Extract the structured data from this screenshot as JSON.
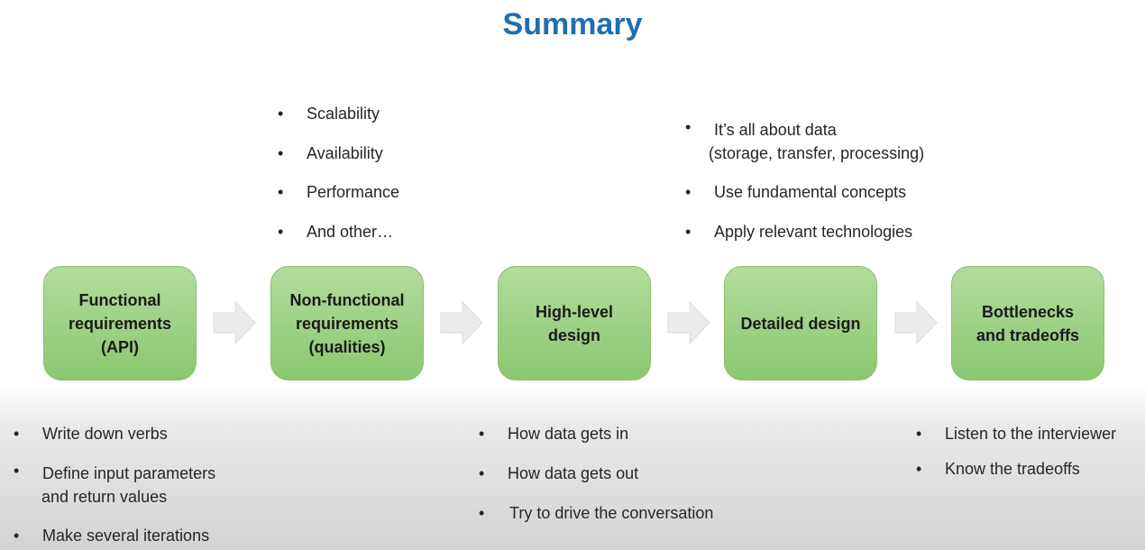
{
  "title": "Summary",
  "steps": [
    {
      "label_lines": [
        "Functional",
        "requirements",
        "(API)"
      ]
    },
    {
      "label_lines": [
        "Non-functional",
        "requirements",
        "(qualities)"
      ]
    },
    {
      "label_lines": [
        "High-level",
        "design"
      ]
    },
    {
      "label_lines": [
        "Detailed design"
      ]
    },
    {
      "label_lines": [
        "Bottlenecks",
        "and tradeoffs"
      ]
    }
  ],
  "above": {
    "nonfunctional": [
      "Scalability",
      "Availability",
      "Performance",
      "And other…"
    ],
    "detailed": [
      [
        "It’s all about data",
        "(storage, transfer, processing)"
      ],
      [
        "Use fundamental concepts"
      ],
      [
        "Apply relevant technologies"
      ]
    ]
  },
  "below": {
    "functional": [
      [
        "Write down verbs"
      ],
      [
        "Define input parameters",
        "and return values"
      ],
      [
        "Make several iterations"
      ]
    ],
    "highlevel": [
      "How data gets in",
      "How data gets out",
      "Try to drive the conversation"
    ],
    "bottlenecks": [
      "Listen to the interviewer",
      "Know the tradeoffs"
    ]
  },
  "colors": {
    "title": "#1f6eb0",
    "box_fill": "#9dd084",
    "box_border": "#8cbf6e",
    "arrow": "#ebebeb"
  }
}
